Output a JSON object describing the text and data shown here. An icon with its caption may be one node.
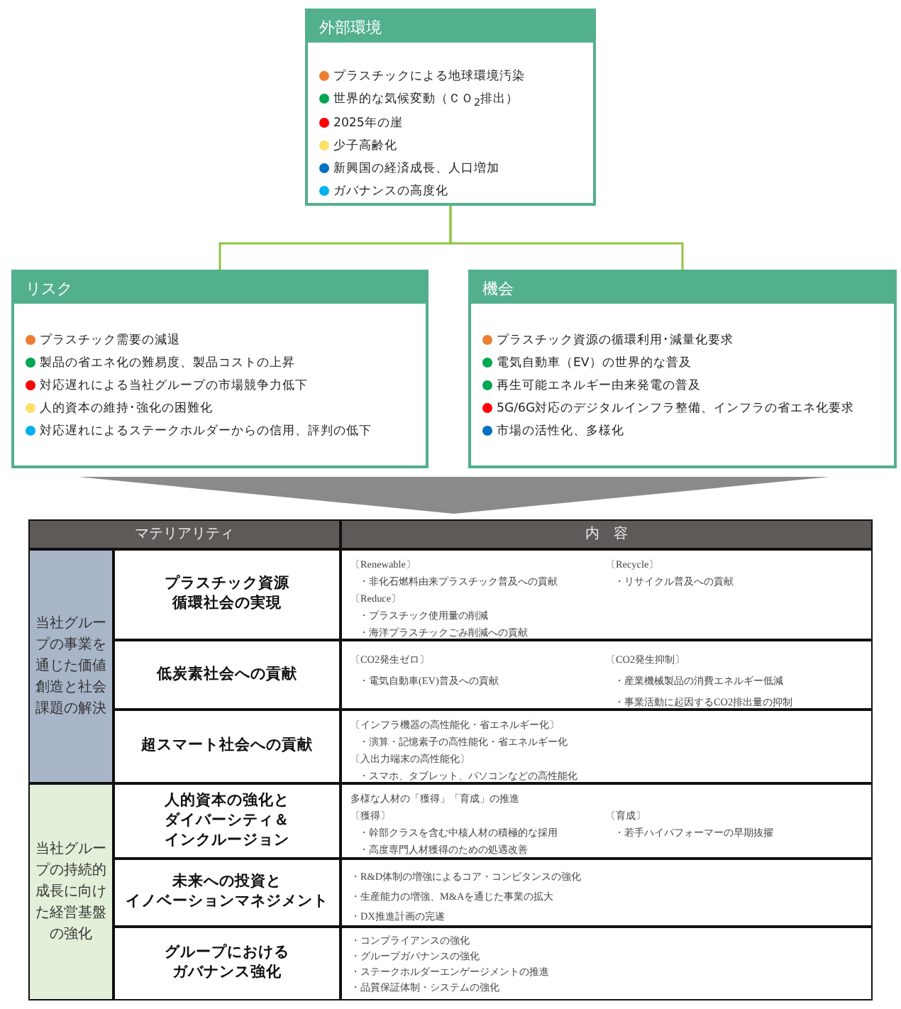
{
  "diagram": {
    "nodes": [
      {
        "text": [
          "外部環境",
          "プラスチックによる地球環境汚染",
          "世界的な気候変動（ＣＯ$_{2}$排出）",
          "2025年の崖",
          "少子高齢化",
          "新興国の経済成長、人口増加",
          "ガバナンスの高度化"
        ]
      },
      {
        "text": [
          "リスク",
          "プラスチック需要の減退",
          "製品の省エネ化の難易度、製品コストの上昇",
          "対応遅れによる当社グループの市場競争力低下",
          "人的資本の維持･強化の困難化",
          "対応遅れによるステークホルダーからの信用、評判の低下"
        ]
      },
      {
        "text": [
          "機会",
          "プラスチック資源の循環利用･減量化要求",
          "電気自動車（EV）の世界的な普及",
          "再生可能エネルギー由来発電の普及",
          "5G/6G対応のデジタルインフラ整備、インフラの省エネ化要求",
          "市場の活性化、多様化"
        ]
      }
    ],
    "edges": [
      {
        "from": 0,
        "to": 1,
        "arrow": "none",
        "color": "#8dc63f"
      },
      {
        "from": 0,
        "to": 2,
        "arrow": "none",
        "color": "#8dc63f"
      }
    ],
    "labels": [
      "マテリアリティ",
      "内　容",
      "当社グループの事業を通じた価値創造と社会課題の解決",
      "プラスチック資源循環社会の実現",
      "〔Renewable〕",
      "・非化石燃料由来プラスチック普及への貢献",
      "〔Recycle〕",
      "・リサイクル普及への貢献",
      "〔Reduce〕",
      "・プラスチック使用量の削減",
      "・海洋プラスチックごみ削減への貢献",
      "低炭素社会への貢献",
      "〔CO2発生ゼロ〕",
      "・電気自動車(EV)普及への貢献",
      "〔CO2発生抑制〕",
      "・産業機械製品の消費エネルギー低減",
      "・事業活動に起因するCO2排出量の抑制",
      "超スマート社会への貢献",
      "〔インフラ機器の高性能化・省エネルギー化〕",
      "・演算・記憶素子の高性能化・省エネルギー化",
      "〔入出力端末の高性能化〕",
      "・スマホ、タブレット、パソコンなどの高性能化",
      "当社グループの持続的成長に向けた経営基盤の強化",
      "人的資本の強化とダイバーシティ＆インクルージョン",
      "多様な人材の「獲得」「育成」の推進",
      "〔獲得〕",
      "・幹部クラスを含む中核人材の積極的な採用",
      "〔育成〕",
      "・若手ハイパフォーマーの早期抜擢",
      "・高度専門人材獲得のための処遇改善",
      "未来への投資とイノベーションマネジメント",
      "・R&D体制の増強によるコア・コンピタンスの強化",
      "・生産能力の増強、M&Aを通じた事業の拡大",
      "・DX推進計画の完遂",
      "グループにおけるガバナンス強化",
      "・コンプライアンスの強化",
      "・グループガバナンスの強化",
      "・ステークホルダーエンゲージメントの推進",
      "・品質保証体制・システムの強化"
    ]
  }
}
